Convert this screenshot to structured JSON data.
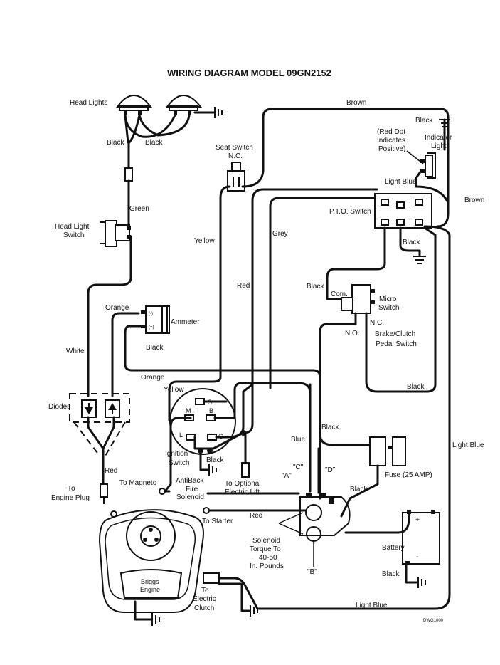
{
  "title": "WIRING DIAGRAM MODEL 09GN2152",
  "drawing_number": "DWG1000",
  "labels": {
    "head_lights": "Head Lights",
    "black_left": "Black",
    "black_right": "Black",
    "green": "Green",
    "head_light_switch_1": "Head Light",
    "head_light_switch_2": "Switch",
    "white": "White",
    "orange_top": "Orange",
    "ammeter": "Ammeter",
    "black_ammeter": "Black",
    "orange_bottom": "Orange",
    "diodes": "Diodes",
    "red_left": "Red",
    "to_engine_plug_1": "To",
    "to_engine_plug_2": "Engine Plug",
    "to_magneto": "To Magneto",
    "briggs_1": "Briggs",
    "briggs_2": "Engine",
    "seat_switch_1": "Seat Switch",
    "seat_switch_2": "N.C.",
    "yellow_seat": "Yellow",
    "red_mid": "Red",
    "grey": "Grey",
    "brown_top": "Brown",
    "brown_right": "Brown",
    "black_indicator": "Black",
    "red_dot_1": "(Red Dot",
    "red_dot_2": "Indicates",
    "red_dot_3": "Positive)",
    "indicator_1": "Indicator",
    "indicator_2": "Light",
    "light_blue_top": "Light Blue",
    "pto_switch": "P.T.O. Switch",
    "black_pto": "Black",
    "black_com": "Black",
    "com": "Com.",
    "micro_1": "Micro",
    "micro_2": "Switch",
    "nc": "N.C.",
    "no": "N.O.",
    "brake_1": "Brake/Clutch",
    "brake_2": "Pedal Switch",
    "black_brake": "Black",
    "yellow_ign": "Yellow",
    "term_s": "S",
    "term_m": "M",
    "term_b": "B",
    "term_l": "L",
    "term_g": "G",
    "ignition_1": "Ignition",
    "ignition_2": "Switch",
    "black_ign": "Black",
    "antiback_1": "AntiBack",
    "antiback_2": "Fire",
    "antiback_3": "Solenoid",
    "optional_1": "To Optional",
    "optional_2": "Electric Lift",
    "blue": "Blue",
    "black_solenoid": "Black",
    "term_a": "\"A\"",
    "term_c": "\"C\"",
    "term_d": "\"D\"",
    "term_b_sol": "\"B\"",
    "fuse": "Fuse (25 AMP)",
    "black_fuse": "Black",
    "light_blue_right": "Light Blue",
    "red_starter": "Red",
    "to_starter": "To Starter",
    "solenoid_torque_1": "Solenoid",
    "solenoid_torque_2": "Torque To",
    "solenoid_torque_3": "40-50",
    "solenoid_torque_4": "In. Pounds",
    "battery": "Battery",
    "black_battery": "Black",
    "clutch_1": "To",
    "clutch_2": "Electric",
    "clutch_3": "Clutch",
    "light_blue_bottom": "Light Blue",
    "ammeter_minus": "(-)",
    "ammeter_plus": "(+)",
    "battery_plus": "+",
    "battery_minus": "-"
  }
}
